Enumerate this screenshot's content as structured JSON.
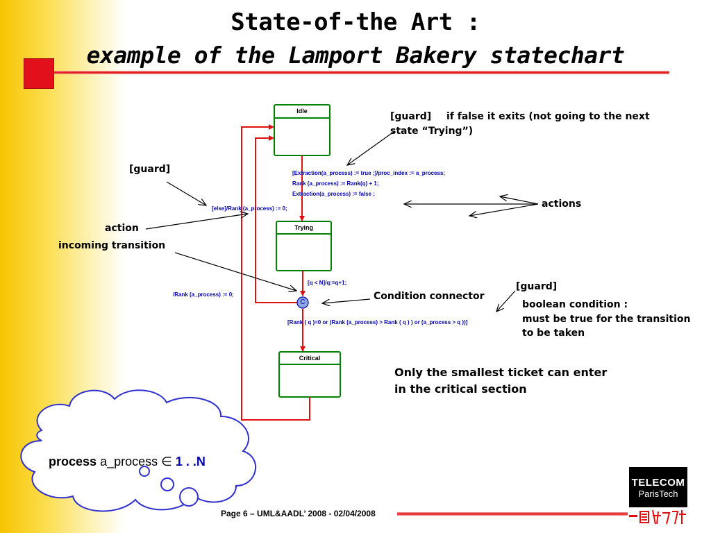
{
  "slide": {
    "title_line1": "State-of-the Art :",
    "title_line2": "example of the Lamport Bakery statechart",
    "footer": "Page 6 – UML&AADL’ 2008 - 02/04/2008"
  },
  "states": {
    "idle": "Idle",
    "trying": "Trying",
    "critical": "Critical",
    "connector": "C"
  },
  "transitions": {
    "idle_to_trying_1": "[Extraction(a_process) := true ;]/proc_index := a_process;",
    "idle_to_trying_2": "Rank (a_process) :=  Rank(q) + 1;",
    "idle_to_trying_3": "Extraction(a_process) := false ;",
    "else_rank": "[else]/Rank (a_process) := 0;",
    "q_less_n": "[q < N]/q:=q+1;",
    "rank_reset": "/Rank (a_process) := 0;",
    "critical_guard": "[Rank ( q )=0 or (Rank (a_process) > Rank ( q ) ) or (a_process > q ))]"
  },
  "annotations": {
    "guard_top_label": "[guard]",
    "guard_top_text_1": "if false it exits (not going to the next",
    "guard_top_text_2": "state “Trying”)",
    "guard_left": "[guard]",
    "actions": "actions",
    "action": "action",
    "incoming_transition": "incoming transition",
    "condition_connector": "Condition connector",
    "guard_right": "[guard]",
    "boolean_1": "boolean condition :",
    "boolean_2": "must be true for the transition",
    "boolean_3": "to be taken",
    "only_1": "Only the smallest ticket can enter",
    "only_2": "in the critical section"
  },
  "cloud": {
    "keyword": "process",
    "variable": "a_process",
    "element_of": "∈",
    "range": "1 . .N"
  },
  "logo": {
    "line1": "TELECOM",
    "line2": "ParisTech"
  },
  "colors": {
    "state_border": "#008000",
    "transition": "#e01010",
    "label": "#0000b0",
    "accent": "#e2101a"
  }
}
